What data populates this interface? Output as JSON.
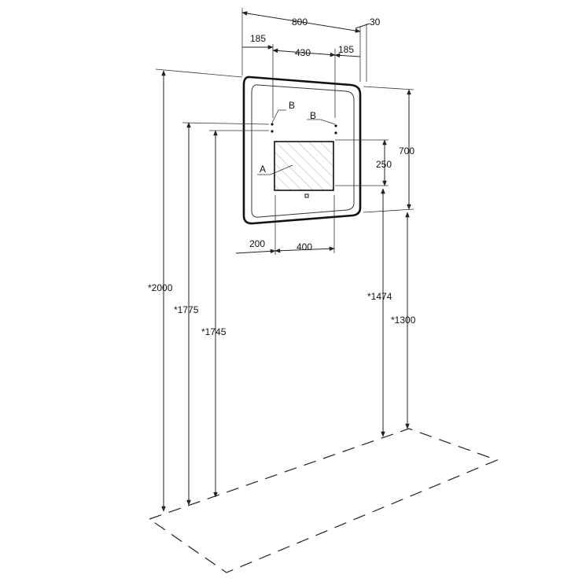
{
  "dimensions": {
    "mirror_width": "800",
    "frame_depth": "30",
    "left_offset": "185",
    "center_span": "430",
    "right_offset": "185",
    "mirror_height": "700",
    "display_height": "250",
    "bottom_left": "200",
    "bottom_span": "400",
    "wall_height": "*2000",
    "top_height": "*1775",
    "mount_height": "*1745",
    "display_top_height": "*1474",
    "mirror_bottom_height": "*1300"
  },
  "labels": {
    "display": "A",
    "mount_left": "B",
    "mount_right": "B"
  }
}
